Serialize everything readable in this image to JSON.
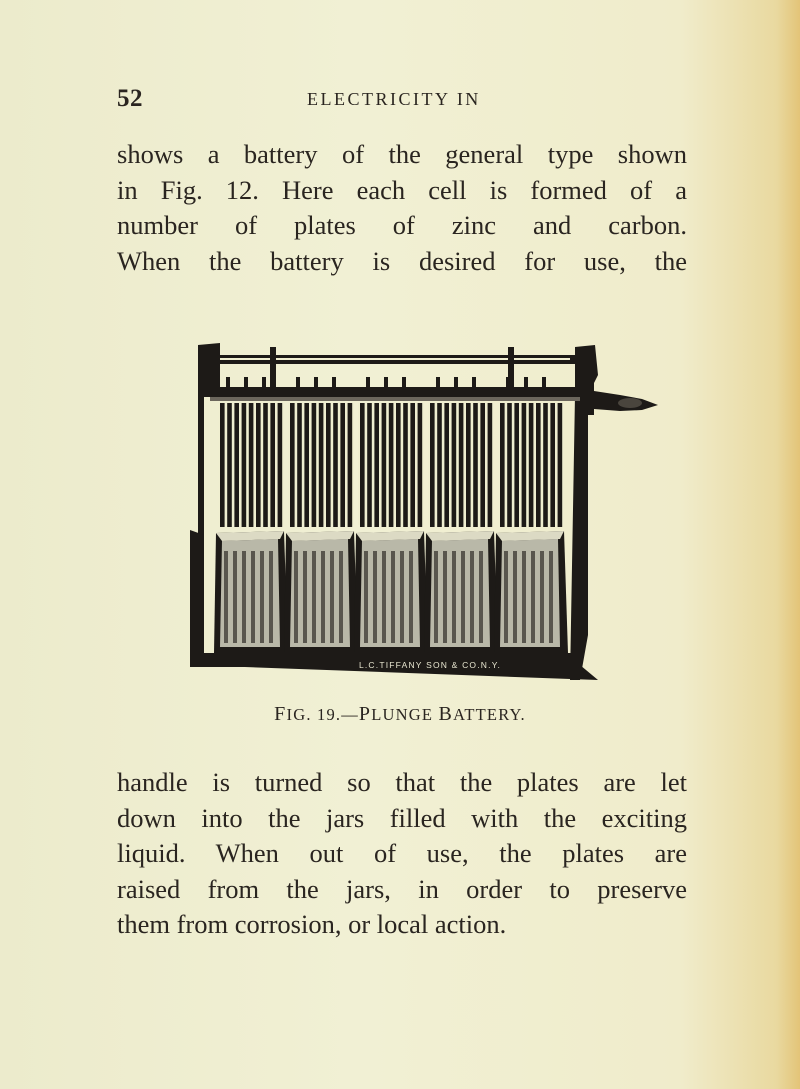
{
  "header": {
    "page_number": "52",
    "running_title": "ELECTRICITY IN"
  },
  "paragraphs": [
    {
      "lines": [
        "shows a battery of the general type shown",
        "in Fig. 12. Here each cell is formed of a",
        "number of plates of zinc and carbon.",
        "When the battery is desired for use, the"
      ]
    },
    {
      "lines": [
        "handle is turned so that the plates are let",
        "down into the jars filled with the exciting",
        "liquid. When out of use, the plates are",
        "raised from the jars, in order to preserve",
        "them from corrosion, or local action."
      ]
    }
  ],
  "figure": {
    "caption": "FIG. 19.—PLUNGE BATTERY.",
    "engraver_mark": "L.C.TIFFANY SON & CO.N.Y.",
    "colors": {
      "ink": "#1d1a17",
      "glass": "#b9b8a8"
    }
  }
}
